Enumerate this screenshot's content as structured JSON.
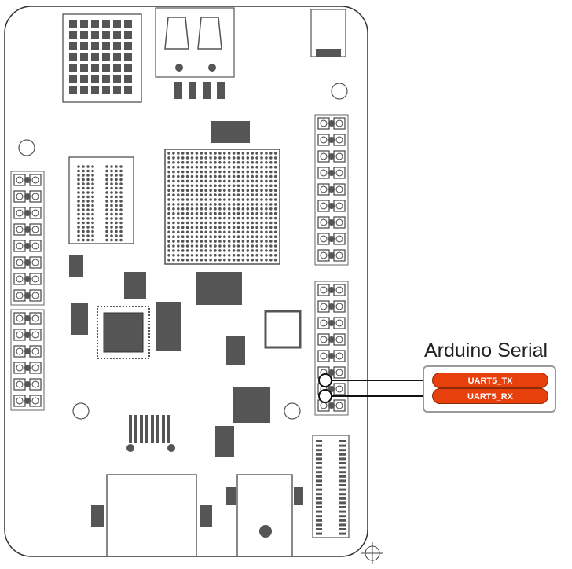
{
  "callout": {
    "title": "Arduino Serial",
    "signals": [
      "UART5_TX",
      "UART5_RX"
    ],
    "pill_color": "#e8400c"
  },
  "board": {
    "outline_color": "#333333",
    "component_color": "#555555"
  }
}
